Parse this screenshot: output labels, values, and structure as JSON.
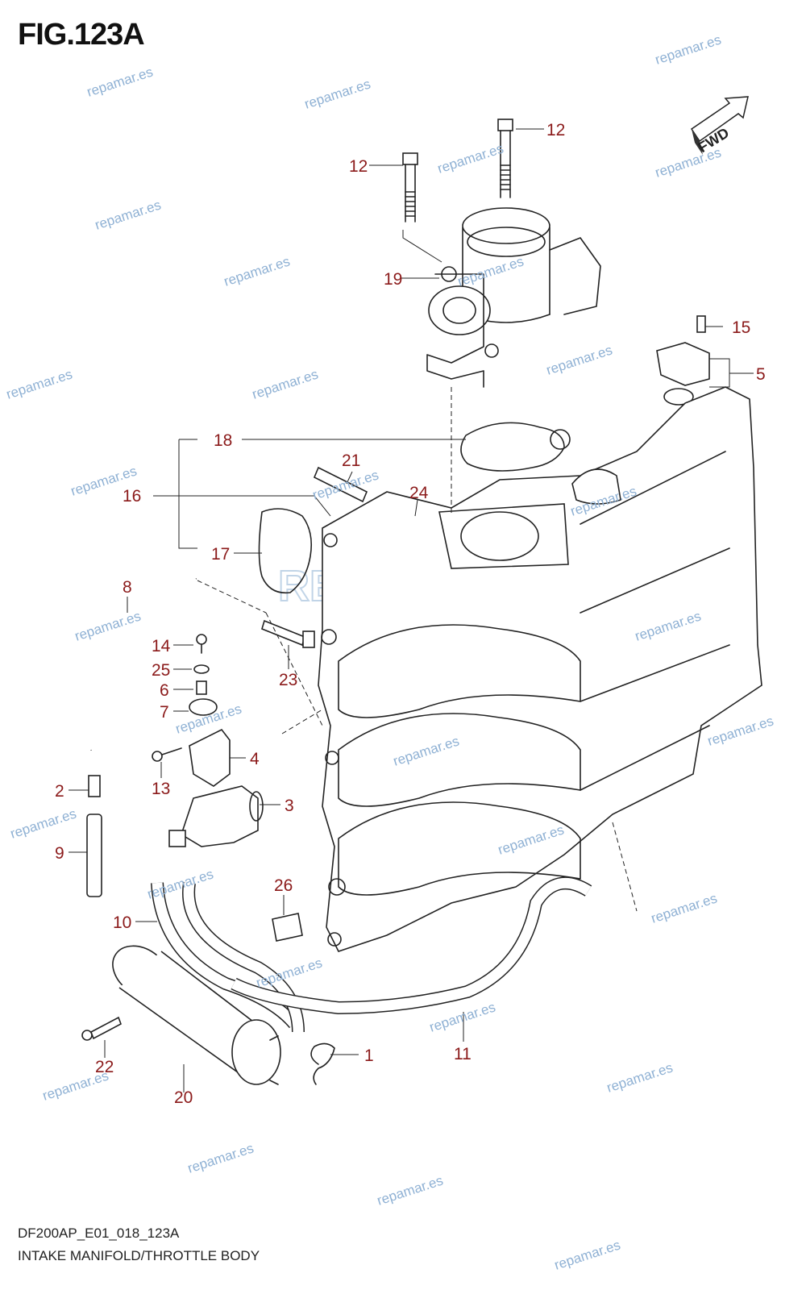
{
  "figure": {
    "title": "FIG.123A"
  },
  "fwd_label": "FWD",
  "footer": {
    "code": "DF200AP_E01_018_123A",
    "name": "INTAKE MANIFOLD/THROTTLE BODY"
  },
  "watermark": {
    "text": "repamar.es",
    "logo_text": "REPAMAR",
    "color": "#8fb1d4"
  },
  "callouts": [
    "12",
    "12",
    "19",
    "15",
    "5",
    "18",
    "21",
    "24",
    "16",
    "17",
    "8",
    "14",
    "25",
    "6",
    "7",
    "4",
    "13",
    "23",
    "2",
    "3",
    "9",
    "10",
    "26",
    "22",
    "20",
    "1",
    "11"
  ]
}
